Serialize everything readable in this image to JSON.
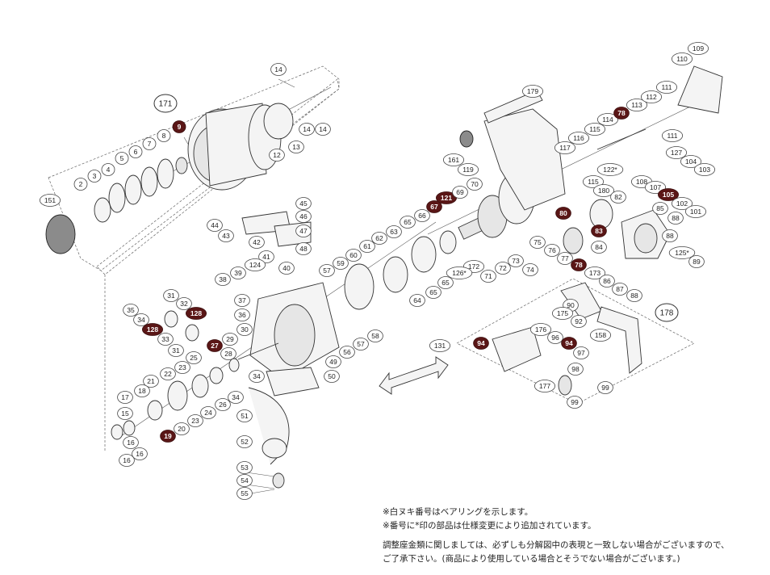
{
  "notes": {
    "line1": "※白ヌキ番号はベアリングを示します。",
    "line2": "※番号に*印の部品は仕様変更により追加されています。",
    "line3": "調整座金類に関しましては、必ずしも分解図中の表現と一致しない場合がございますので、",
    "line4": "ご了承下さい。(商品により使用している場合とそうでない場合がございます。)"
  },
  "group_labels": [
    "171",
    "178"
  ],
  "labels": [
    {
      "text": "14",
      "style": "plain"
    },
    {
      "text": "171",
      "style": "big"
    },
    {
      "text": "9",
      "style": "bearing"
    },
    {
      "text": "12",
      "style": "plain"
    },
    {
      "text": "13",
      "style": "plain"
    },
    {
      "text": "14",
      "style": "plain"
    },
    {
      "text": "14",
      "style": "plain"
    },
    {
      "text": "8",
      "style": "plain"
    },
    {
      "text": "7",
      "style": "plain"
    },
    {
      "text": "6",
      "style": "plain"
    },
    {
      "text": "5",
      "style": "plain"
    },
    {
      "text": "4",
      "style": "plain"
    },
    {
      "text": "3",
      "style": "plain"
    },
    {
      "text": "2",
      "style": "plain"
    },
    {
      "text": "151",
      "style": "plain"
    },
    {
      "text": "45",
      "style": "plain"
    },
    {
      "text": "46",
      "style": "plain"
    },
    {
      "text": "47",
      "style": "plain"
    },
    {
      "text": "48",
      "style": "plain"
    },
    {
      "text": "44",
      "style": "plain"
    },
    {
      "text": "43",
      "style": "plain"
    },
    {
      "text": "42",
      "style": "plain"
    },
    {
      "text": "41",
      "style": "plain"
    },
    {
      "text": "124",
      "style": "plain"
    },
    {
      "text": "39",
      "style": "plain"
    },
    {
      "text": "38",
      "style": "plain"
    },
    {
      "text": "40",
      "style": "plain"
    },
    {
      "text": "57",
      "style": "plain"
    },
    {
      "text": "31",
      "style": "plain"
    },
    {
      "text": "32",
      "style": "plain"
    },
    {
      "text": "35",
      "style": "plain"
    },
    {
      "text": "34",
      "style": "plain"
    },
    {
      "text": "128",
      "style": "bearing"
    },
    {
      "text": "128",
      "style": "bearing"
    },
    {
      "text": "33",
      "style": "plain"
    },
    {
      "text": "31",
      "style": "plain"
    },
    {
      "text": "37",
      "style": "plain"
    },
    {
      "text": "36",
      "style": "plain"
    },
    {
      "text": "30",
      "style": "plain"
    },
    {
      "text": "29",
      "style": "plain"
    },
    {
      "text": "28",
      "style": "plain"
    },
    {
      "text": "27",
      "style": "bearing"
    },
    {
      "text": "25",
      "style": "plain"
    },
    {
      "text": "23",
      "style": "plain"
    },
    {
      "text": "22",
      "style": "plain"
    },
    {
      "text": "21",
      "style": "plain"
    },
    {
      "text": "18",
      "style": "plain"
    },
    {
      "text": "17",
      "style": "plain"
    },
    {
      "text": "15",
      "style": "plain"
    },
    {
      "text": "16",
      "style": "plain"
    },
    {
      "text": "16",
      "style": "plain"
    },
    {
      "text": "16",
      "style": "plain"
    },
    {
      "text": "19",
      "style": "bearing"
    },
    {
      "text": "20",
      "style": "plain"
    },
    {
      "text": "23",
      "style": "plain"
    },
    {
      "text": "24",
      "style": "plain"
    },
    {
      "text": "26",
      "style": "plain"
    },
    {
      "text": "34",
      "style": "plain"
    },
    {
      "text": "34",
      "style": "plain"
    },
    {
      "text": "51",
      "style": "plain"
    },
    {
      "text": "52",
      "style": "plain"
    },
    {
      "text": "53",
      "style": "plain"
    },
    {
      "text": "54",
      "style": "plain"
    },
    {
      "text": "55",
      "style": "plain"
    },
    {
      "text": "50",
      "style": "plain"
    },
    {
      "text": "49",
      "style": "plain"
    },
    {
      "text": "56",
      "style": "plain"
    },
    {
      "text": "57",
      "style": "plain"
    },
    {
      "text": "58",
      "style": "plain"
    },
    {
      "text": "59",
      "style": "plain"
    },
    {
      "text": "60",
      "style": "plain"
    },
    {
      "text": "61",
      "style": "plain"
    },
    {
      "text": "62",
      "style": "plain"
    },
    {
      "text": "63",
      "style": "plain"
    },
    {
      "text": "65",
      "style": "plain"
    },
    {
      "text": "66",
      "style": "plain"
    },
    {
      "text": "67",
      "style": "bearing"
    },
    {
      "text": "121",
      "style": "bearing"
    },
    {
      "text": "69",
      "style": "plain"
    },
    {
      "text": "70",
      "style": "plain"
    },
    {
      "text": "64",
      "style": "plain"
    },
    {
      "text": "65",
      "style": "plain"
    },
    {
      "text": "65",
      "style": "plain"
    },
    {
      "text": "172",
      "style": "plain"
    },
    {
      "text": "126*",
      "style": "plain"
    },
    {
      "text": "71",
      "style": "plain"
    },
    {
      "text": "72",
      "style": "plain"
    },
    {
      "text": "73",
      "style": "plain"
    },
    {
      "text": "74",
      "style": "plain"
    },
    {
      "text": "75",
      "style": "plain"
    },
    {
      "text": "76",
      "style": "plain"
    },
    {
      "text": "77",
      "style": "plain"
    },
    {
      "text": "78",
      "style": "bearing"
    },
    {
      "text": "173",
      "style": "plain"
    },
    {
      "text": "179",
      "style": "plain"
    },
    {
      "text": "161",
      "style": "plain"
    },
    {
      "text": "119",
      "style": "plain"
    },
    {
      "text": "117",
      "style": "plain"
    },
    {
      "text": "116",
      "style": "plain"
    },
    {
      "text": "115",
      "style": "plain"
    },
    {
      "text": "114",
      "style": "plain"
    },
    {
      "text": "78",
      "style": "bearing"
    },
    {
      "text": "113",
      "style": "plain"
    },
    {
      "text": "112",
      "style": "plain"
    },
    {
      "text": "111",
      "style": "plain"
    },
    {
      "text": "111",
      "style": "plain"
    },
    {
      "text": "110",
      "style": "plain"
    },
    {
      "text": "109",
      "style": "plain"
    },
    {
      "text": "122*",
      "style": "plain"
    },
    {
      "text": "115",
      "style": "plain"
    },
    {
      "text": "180",
      "style": "plain"
    },
    {
      "text": "82",
      "style": "plain"
    },
    {
      "text": "80",
      "style": "bearing"
    },
    {
      "text": "83",
      "style": "bearing"
    },
    {
      "text": "84",
      "style": "plain"
    },
    {
      "text": "108",
      "style": "plain"
    },
    {
      "text": "127",
      "style": "plain"
    },
    {
      "text": "104",
      "style": "plain"
    },
    {
      "text": "103",
      "style": "plain"
    },
    {
      "text": "107",
      "style": "plain"
    },
    {
      "text": "105",
      "style": "bearing"
    },
    {
      "text": "102",
      "style": "plain"
    },
    {
      "text": "101",
      "style": "plain"
    },
    {
      "text": "85",
      "style": "plain"
    },
    {
      "text": "88",
      "style": "plain"
    },
    {
      "text": "88",
      "style": "plain"
    },
    {
      "text": "125*",
      "style": "plain"
    },
    {
      "text": "89",
      "style": "plain"
    },
    {
      "text": "86",
      "style": "plain"
    },
    {
      "text": "87",
      "style": "plain"
    },
    {
      "text": "88",
      "style": "plain"
    },
    {
      "text": "90",
      "style": "plain"
    },
    {
      "text": "175",
      "style": "plain"
    },
    {
      "text": "92",
      "style": "plain"
    },
    {
      "text": "178",
      "style": "big"
    },
    {
      "text": "158",
      "style": "plain"
    },
    {
      "text": "176",
      "style": "plain"
    },
    {
      "text": "96",
      "style": "plain"
    },
    {
      "text": "94",
      "style": "bearing"
    },
    {
      "text": "94",
      "style": "bearing"
    },
    {
      "text": "97",
      "style": "plain"
    },
    {
      "text": "98",
      "style": "plain"
    },
    {
      "text": "177",
      "style": "plain"
    },
    {
      "text": "99",
      "style": "plain"
    },
    {
      "text": "99",
      "style": "plain"
    },
    {
      "text": "131",
      "style": "plain"
    }
  ]
}
